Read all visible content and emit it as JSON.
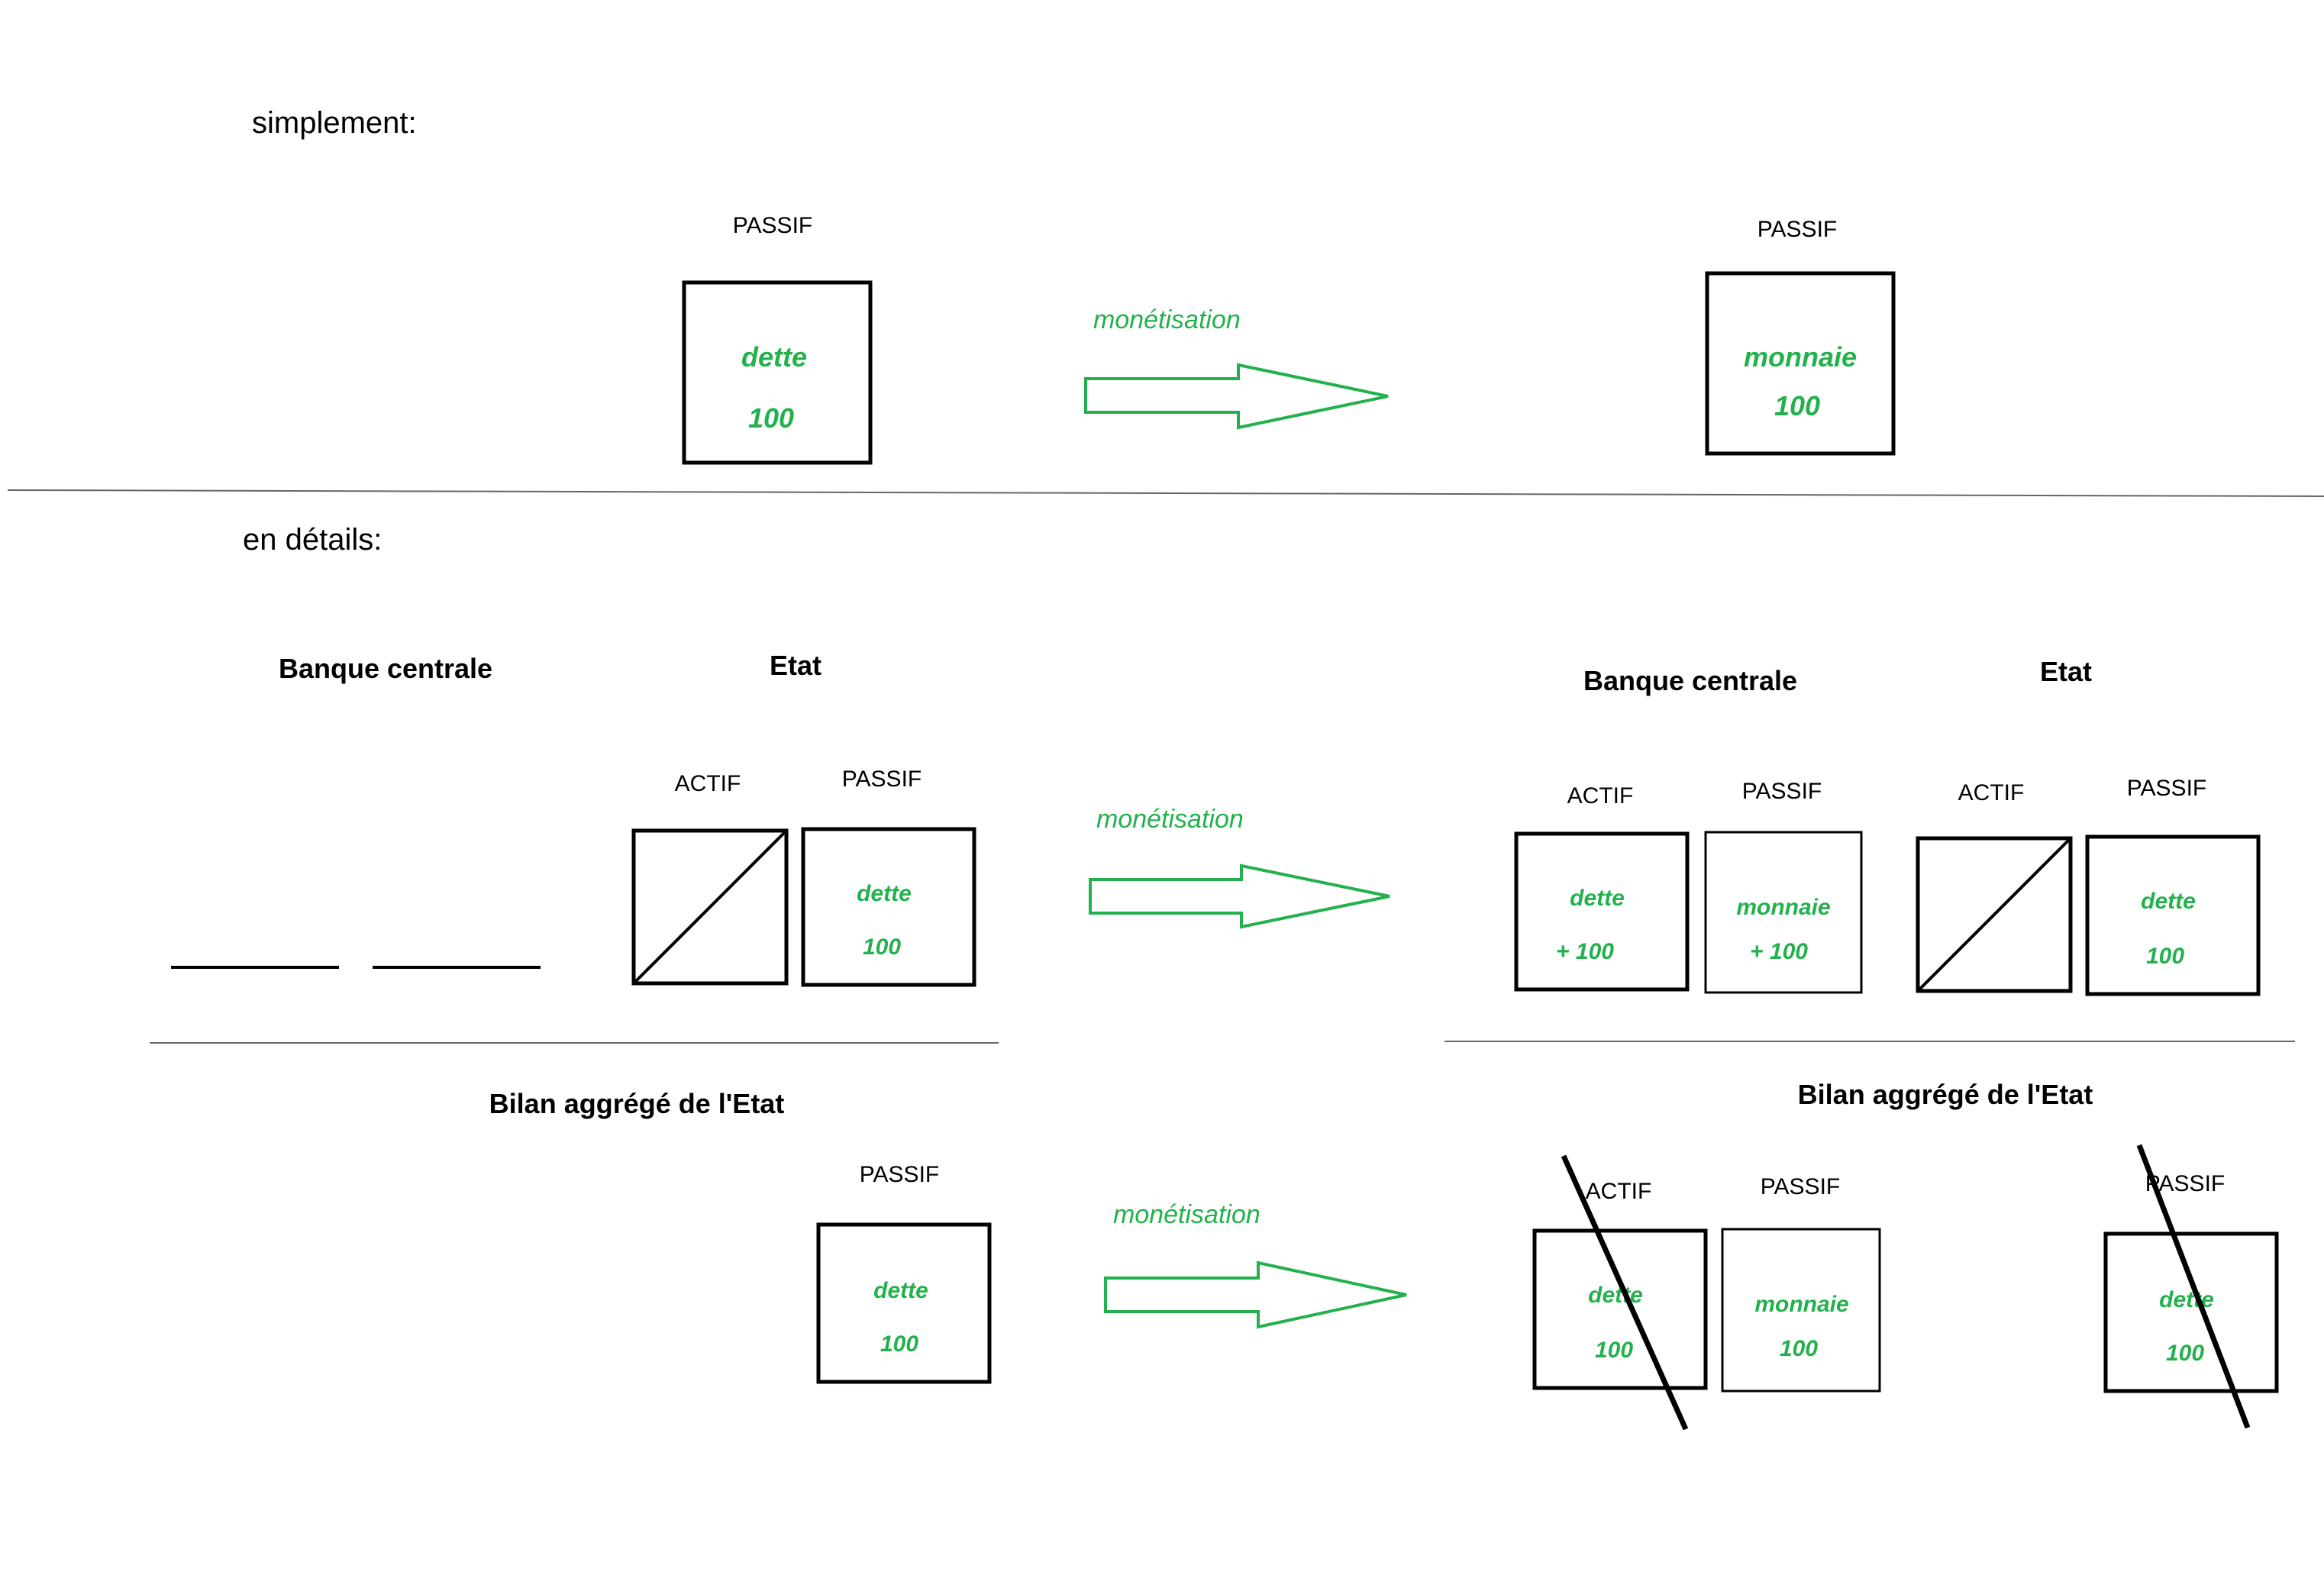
{
  "intro_simple": "simplement:",
  "intro_detail": "en détails:",
  "arrow_label": "monétisation",
  "simple": {
    "before": {
      "header": "PASSIF",
      "item": "dette",
      "value": "100"
    },
    "after": {
      "header": "PASSIF",
      "item": "monnaie",
      "value": "100"
    }
  },
  "detail_before": {
    "banque_title": "Banque centrale",
    "etat_title": "Etat",
    "etat_actif": "ACTIF",
    "etat_passif": "PASSIF",
    "etat_passif_item": "dette",
    "etat_passif_value": "100"
  },
  "detail_after": {
    "banque_title": "Banque centrale",
    "banque_actif": "ACTIF",
    "banque_passif": "PASSIF",
    "banque_actif_item": "dette",
    "banque_actif_value": "+ 100",
    "banque_passif_item": "monnaie",
    "banque_passif_value": "+ 100",
    "etat_title": "Etat",
    "etat_actif": "ACTIF",
    "etat_passif": "PASSIF",
    "etat_passif_item": "dette",
    "etat_passif_value": "100"
  },
  "aggregate_before": {
    "title": "Bilan aggrégé de l'Etat",
    "passif": "PASSIF",
    "item": "dette",
    "value": "100"
  },
  "aggregate_after": {
    "title": "Bilan aggrégé de l'Etat",
    "actif": "ACTIF",
    "actif_item": "dette",
    "actif_value": "100",
    "passif": "PASSIF",
    "passif_item": "monnaie",
    "passif_value": "100",
    "passif2": "PASSIF",
    "passif2_item": "dette",
    "passif2_value": "100"
  },
  "colors": {
    "green": "#22b14c",
    "line": "#000000",
    "separator": "#666666"
  }
}
